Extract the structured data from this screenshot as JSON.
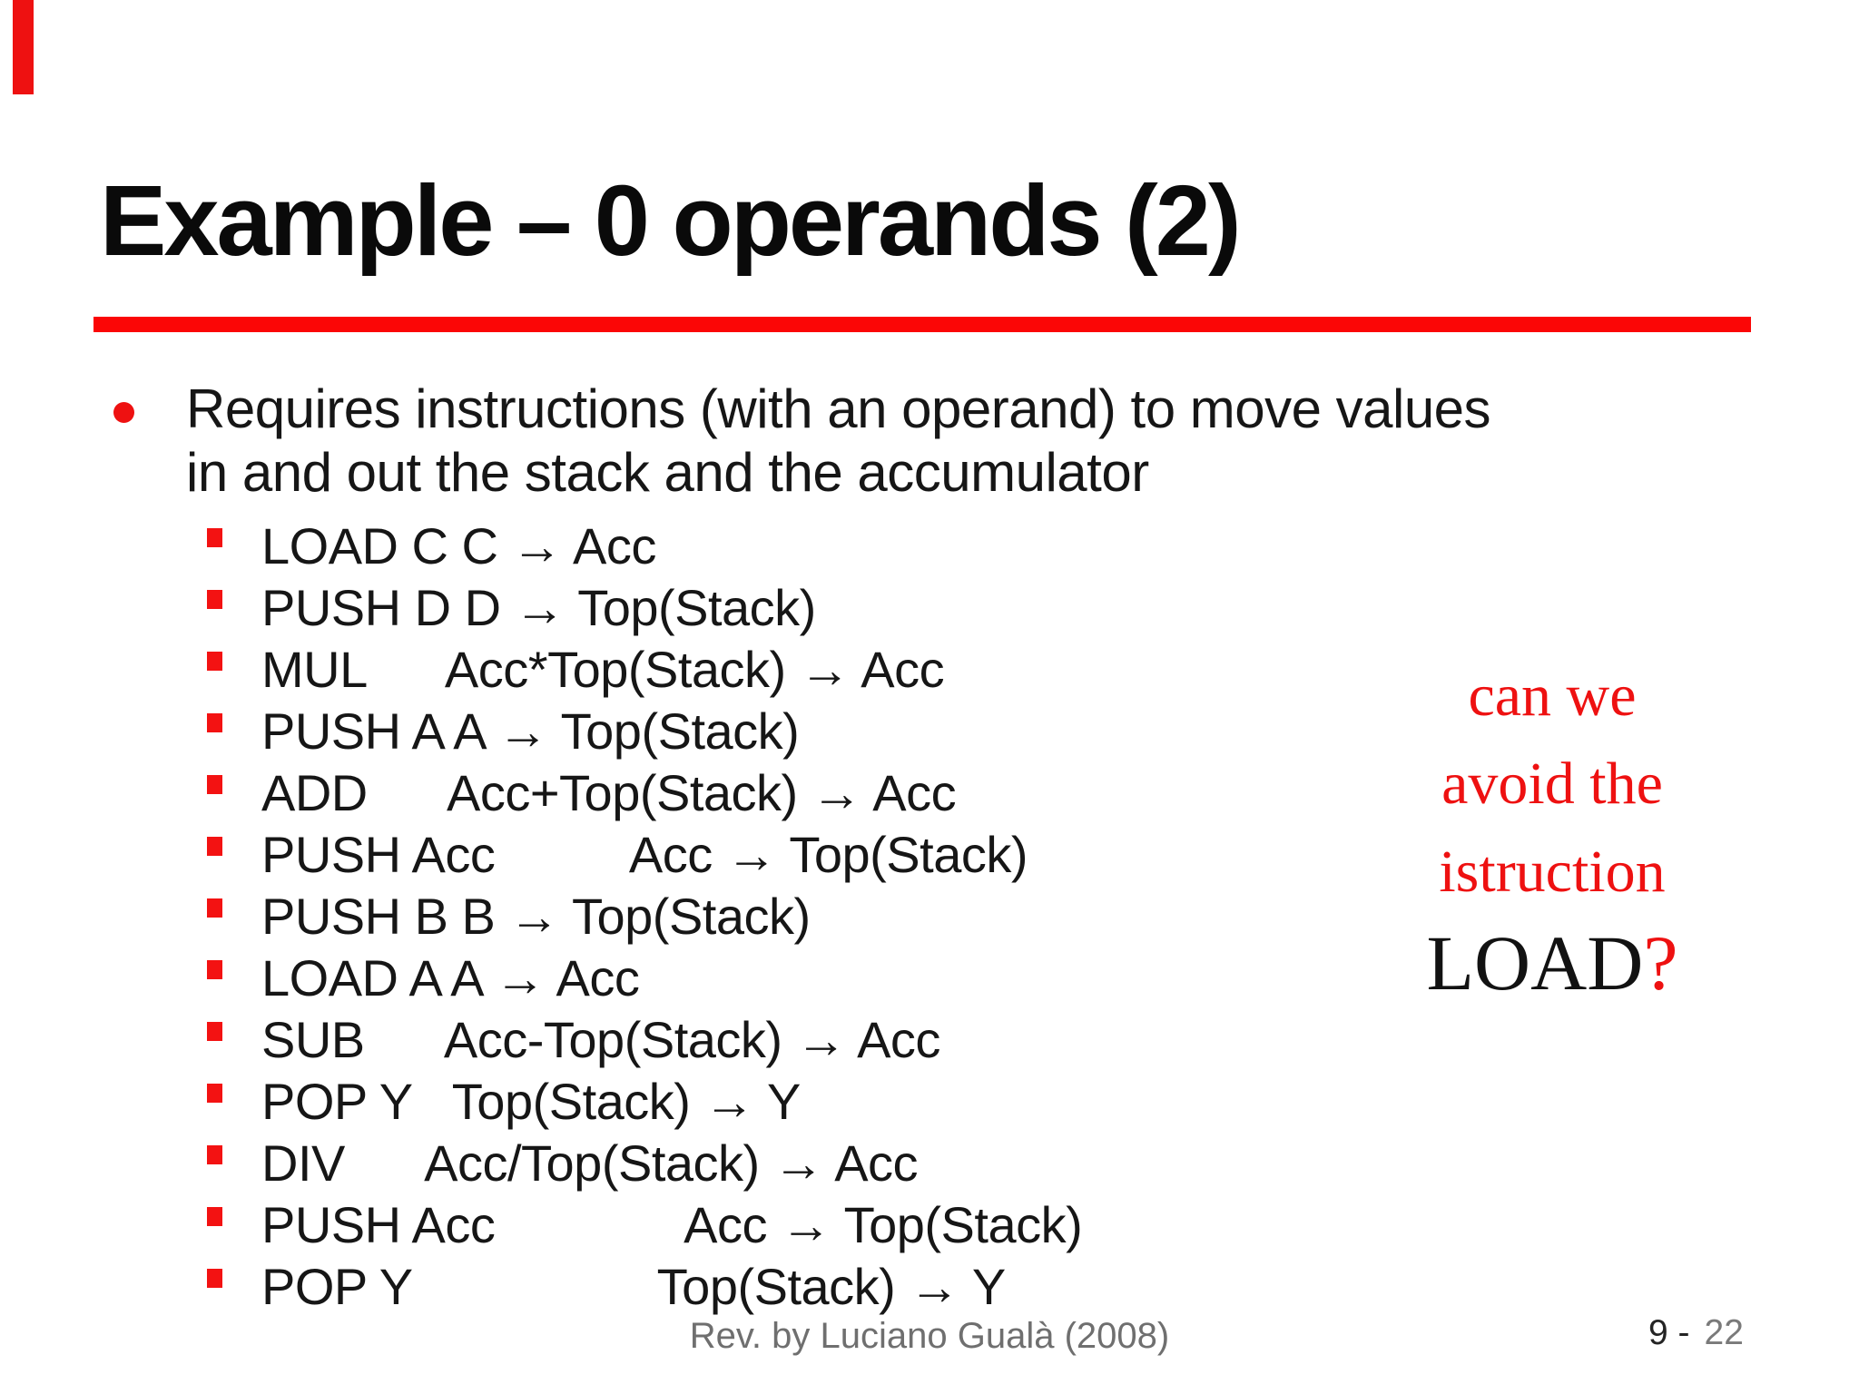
{
  "slide": {
    "title": "Example – 0 operands (2)",
    "bullet": {
      "line1": "Requires instructions (with an operand) to move values",
      "line2": "in and out the stack and the accumulator"
    },
    "instructions": [
      {
        "text": "LOAD C C → Acc"
      },
      {
        "text": "PUSH D D → Top(Stack)"
      },
      {
        "text": "MUL      Acc*Top(Stack) → Acc"
      },
      {
        "text": "PUSH A A → Top(Stack)"
      },
      {
        "text": "ADD      Acc+Top(Stack) → Acc"
      },
      {
        "text": "PUSH Acc          Acc → Top(Stack)"
      },
      {
        "text": "PUSH B B → Top(Stack)"
      },
      {
        "text": "LOAD A A → Acc"
      },
      {
        "text": "SUB      Acc-Top(Stack) → Acc"
      },
      {
        "text": "POP Y   Top(Stack) → Y"
      },
      {
        "text": "DIV      Acc/Top(Stack) → Acc"
      },
      {
        "text": "PUSH Acc              Acc → Top(Stack)"
      },
      {
        "text": "POP Y                  Top(Stack) → Y"
      }
    ],
    "side_note": {
      "line1": "can we",
      "line2": "avoid the",
      "line3": "istruction",
      "load_word": "LOAD",
      "load_question": "?"
    },
    "footer": {
      "credit": "Rev. by Luciano Gualà (2008)",
      "page_left": "9 -",
      "page_right": "22"
    },
    "colors": {
      "accent_red": "#ee1111",
      "rule_red": "#fb0606",
      "square_bullet_red": "#f31212",
      "title_black": "#0a0a0a",
      "body_black": "#161616",
      "footer_gray": "#6f6f6f",
      "page_gray": "#7a7a7a"
    }
  }
}
